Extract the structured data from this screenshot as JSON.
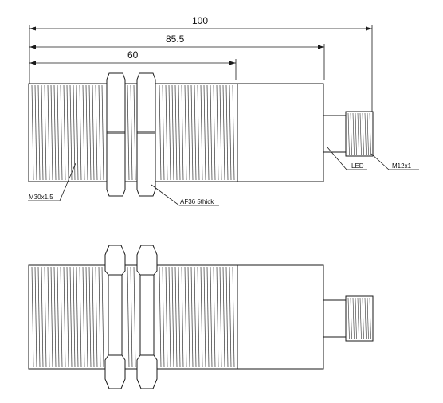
{
  "dimensions": {
    "overall_length": "100",
    "body_length": "85.5",
    "thread_length": "60"
  },
  "callouts": {
    "thread_spec": "M30x1.5",
    "nut_spec": "AF36 5thick",
    "led": "LED",
    "connector_spec": "M12x1"
  },
  "colors": {
    "line": "#1a1a1a",
    "background": "#ffffff"
  }
}
